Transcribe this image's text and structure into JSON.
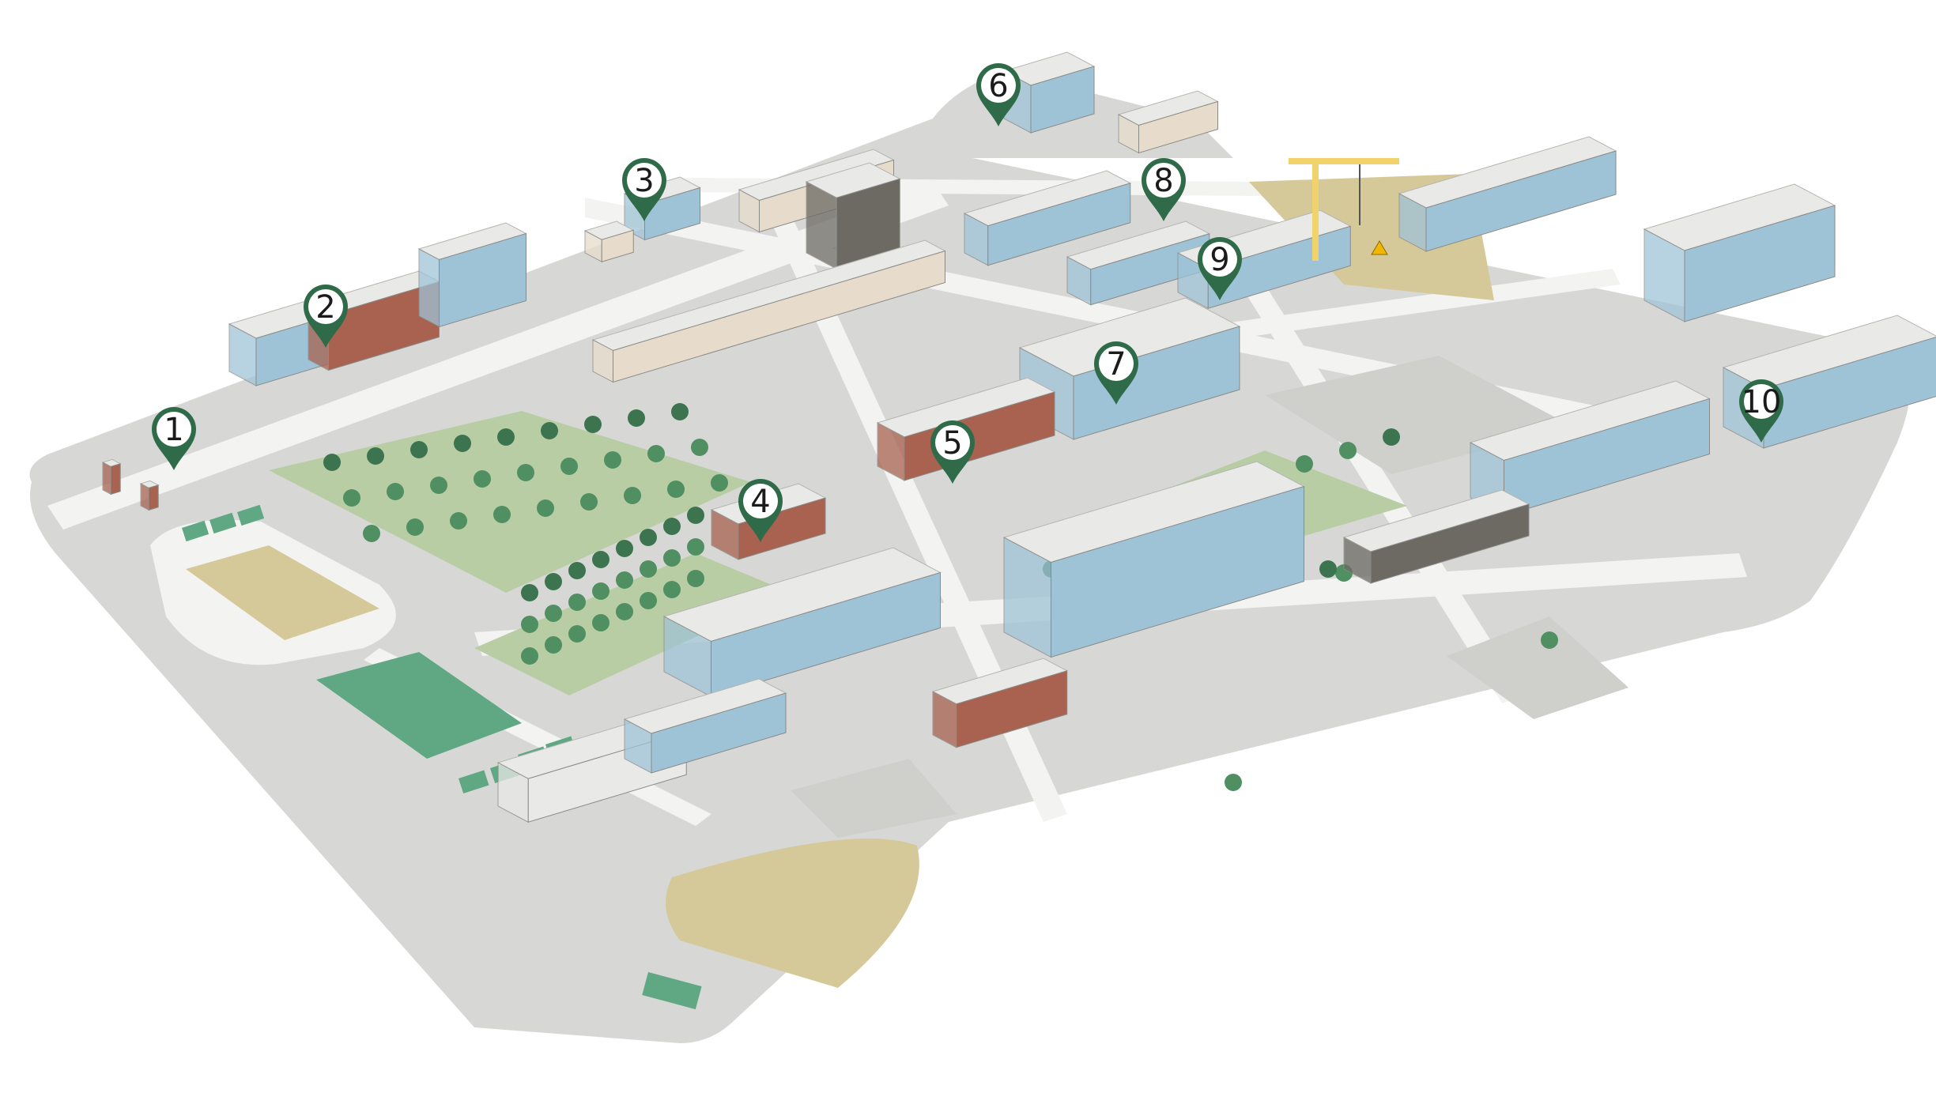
{
  "colors": {
    "campus_ground": "#d7d8d6",
    "road": "#f3f3f1",
    "lawn": "#b9cda5",
    "tree": "#4f8f61",
    "tree_dark": "#3d7450",
    "sand": "#d5c99a",
    "sports_green": "#5fa883",
    "pin_fill": "#2f6b49",
    "pin_face": "#ffffff",
    "building_roof": "#e9e9e7",
    "building_glass": "#9fc3d6",
    "building_brick": "#a8624f",
    "building_beige": "#e7dccb",
    "building_dark": "#6d6a64",
    "crane": "#f2d36b"
  },
  "markers": [
    {
      "id": "1",
      "label": "1"
    },
    {
      "id": "2",
      "label": "2"
    },
    {
      "id": "3",
      "label": "3"
    },
    {
      "id": "4",
      "label": "4"
    },
    {
      "id": "5",
      "label": "5"
    },
    {
      "id": "6",
      "label": "6"
    },
    {
      "id": "7",
      "label": "7"
    },
    {
      "id": "8",
      "label": "8"
    },
    {
      "id": "9",
      "label": "9"
    },
    {
      "id": "10",
      "label": "10"
    }
  ],
  "icons": {
    "marker": "map-pin-icon",
    "crane": "construction-crane-icon",
    "warning": "warning-sign-icon"
  }
}
